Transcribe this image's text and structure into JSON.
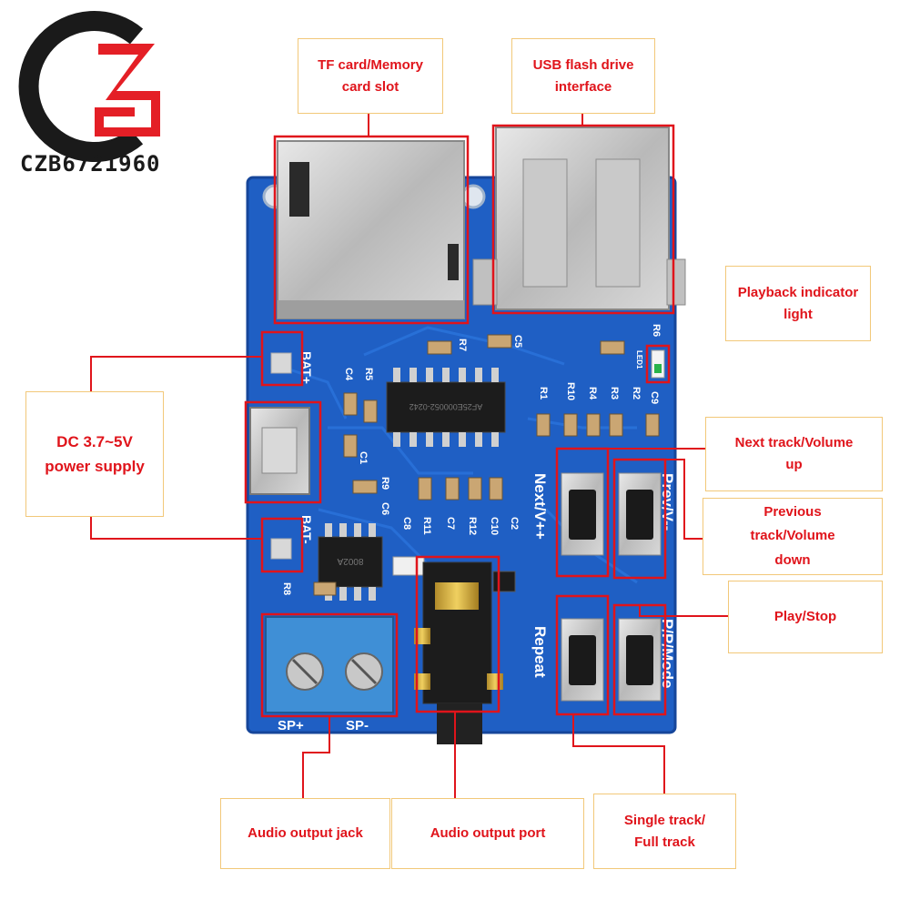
{
  "logo": {
    "text": "CZB6721960",
    "brand_color": "#e41f26",
    "dark_color": "#1a1a1a"
  },
  "callouts": {
    "tf_card": "TF card/Memory\ncard slot",
    "usb": "USB flash drive\ninterface",
    "indicator": "Playback indicator\nlight",
    "power": "DC 3.7~5V\npower supply",
    "next": "Next track/Volume\nup",
    "prev": "Previous\ntrack/Volume\ndown",
    "play": "Play/Stop",
    "jack": "Audio output jack",
    "port": "Audio output port",
    "mode": "Single track/\nFull track"
  },
  "board": {
    "pins": {
      "bat_plus": "BAT+",
      "bat_minus": "BAT-",
      "sp_plus": "SP+",
      "sp_minus": "SP-"
    },
    "button_labels": {
      "next": "Next/V++",
      "prev": "Prev/V--",
      "repeat": "Repeat",
      "mode": "P/P/Mode"
    },
    "chips": {
      "main_ic": "AF25E000052-0242",
      "amp_ic": "8002A"
    },
    "components": [
      "C4",
      "R5",
      "C1",
      "R9",
      "C6",
      "C8",
      "R11",
      "C7",
      "R12",
      "C10",
      "C2",
      "R7",
      "C5",
      "R1",
      "R10",
      "R4",
      "R3",
      "R2",
      "C9",
      "R6",
      "LED1",
      "R8"
    ]
  },
  "colors": {
    "pcb": "#1f5fc4",
    "highlight": "#e0141b",
    "callout_border": "#f2c879",
    "callout_text": "#e0141b"
  }
}
